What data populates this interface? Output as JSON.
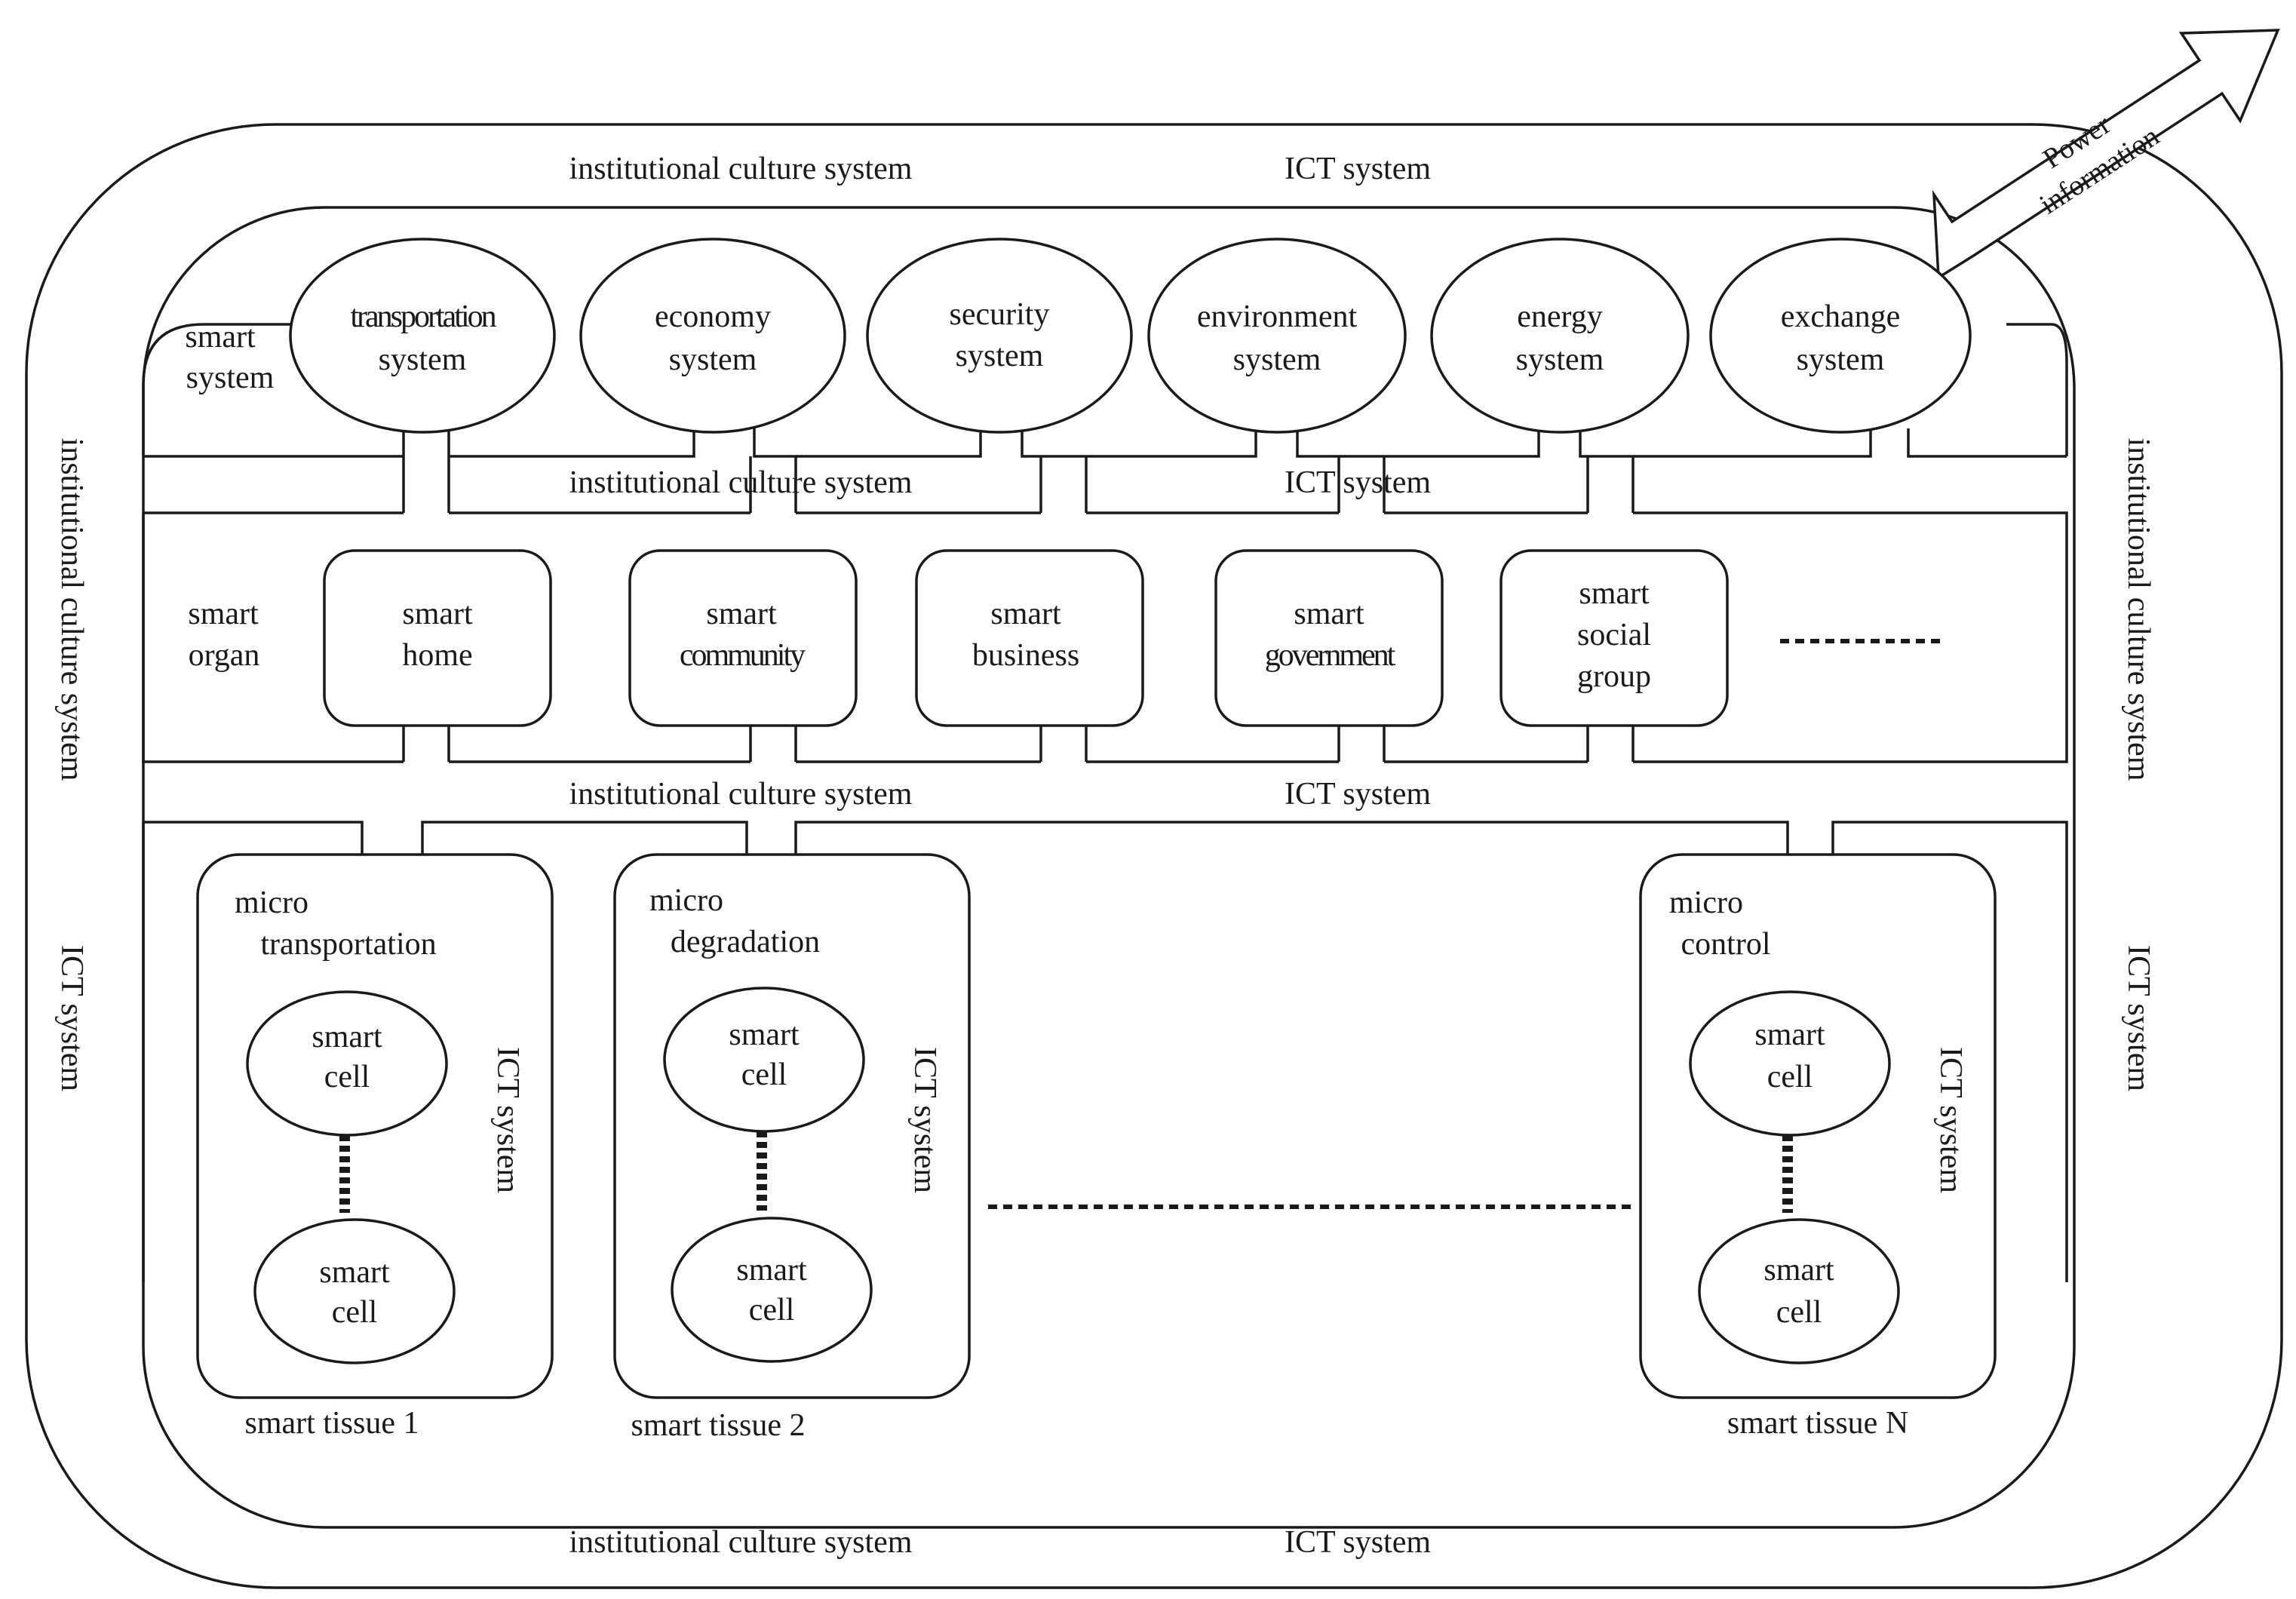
{
  "frame_labels": {
    "institutional_culture_system": "institutional culture system",
    "ict_system": "ICT system"
  },
  "arrow": {
    "line1": "Power",
    "line2": "information"
  },
  "smart_system": {
    "label_line1": "smart",
    "label_line2": "system",
    "subsystems": [
      {
        "line1": "transportation",
        "line2": "system"
      },
      {
        "line1": "economy",
        "line2": "system"
      },
      {
        "line1": "security",
        "line2": "system"
      },
      {
        "line1": "environment",
        "line2": "system"
      },
      {
        "line1": "energy",
        "line2": "system"
      },
      {
        "line1": "exchange",
        "line2": "system"
      }
    ]
  },
  "smart_organ": {
    "label_line1": "smart",
    "label_line2": "organ",
    "organs": [
      {
        "lines": [
          "smart",
          "home"
        ]
      },
      {
        "lines": [
          "smart",
          "community"
        ]
      },
      {
        "lines": [
          "smart",
          "business"
        ]
      },
      {
        "lines": [
          "smart",
          "government"
        ]
      },
      {
        "lines": [
          "smart",
          "social",
          "group"
        ]
      }
    ]
  },
  "smart_tissues": [
    {
      "title_line1": "micro",
      "title_line2": "transportation",
      "caption": "smart  tissue 1"
    },
    {
      "title_line1": "micro",
      "title_line2": "degradation",
      "caption": "smart  tissue 2"
    },
    {
      "title_line1": "micro",
      "title_line2": "control",
      "caption": "smart  tissue N"
    }
  ],
  "smart_cell": {
    "line1": "smart",
    "line2": "cell"
  },
  "tissue_ict_label": "ICT system"
}
